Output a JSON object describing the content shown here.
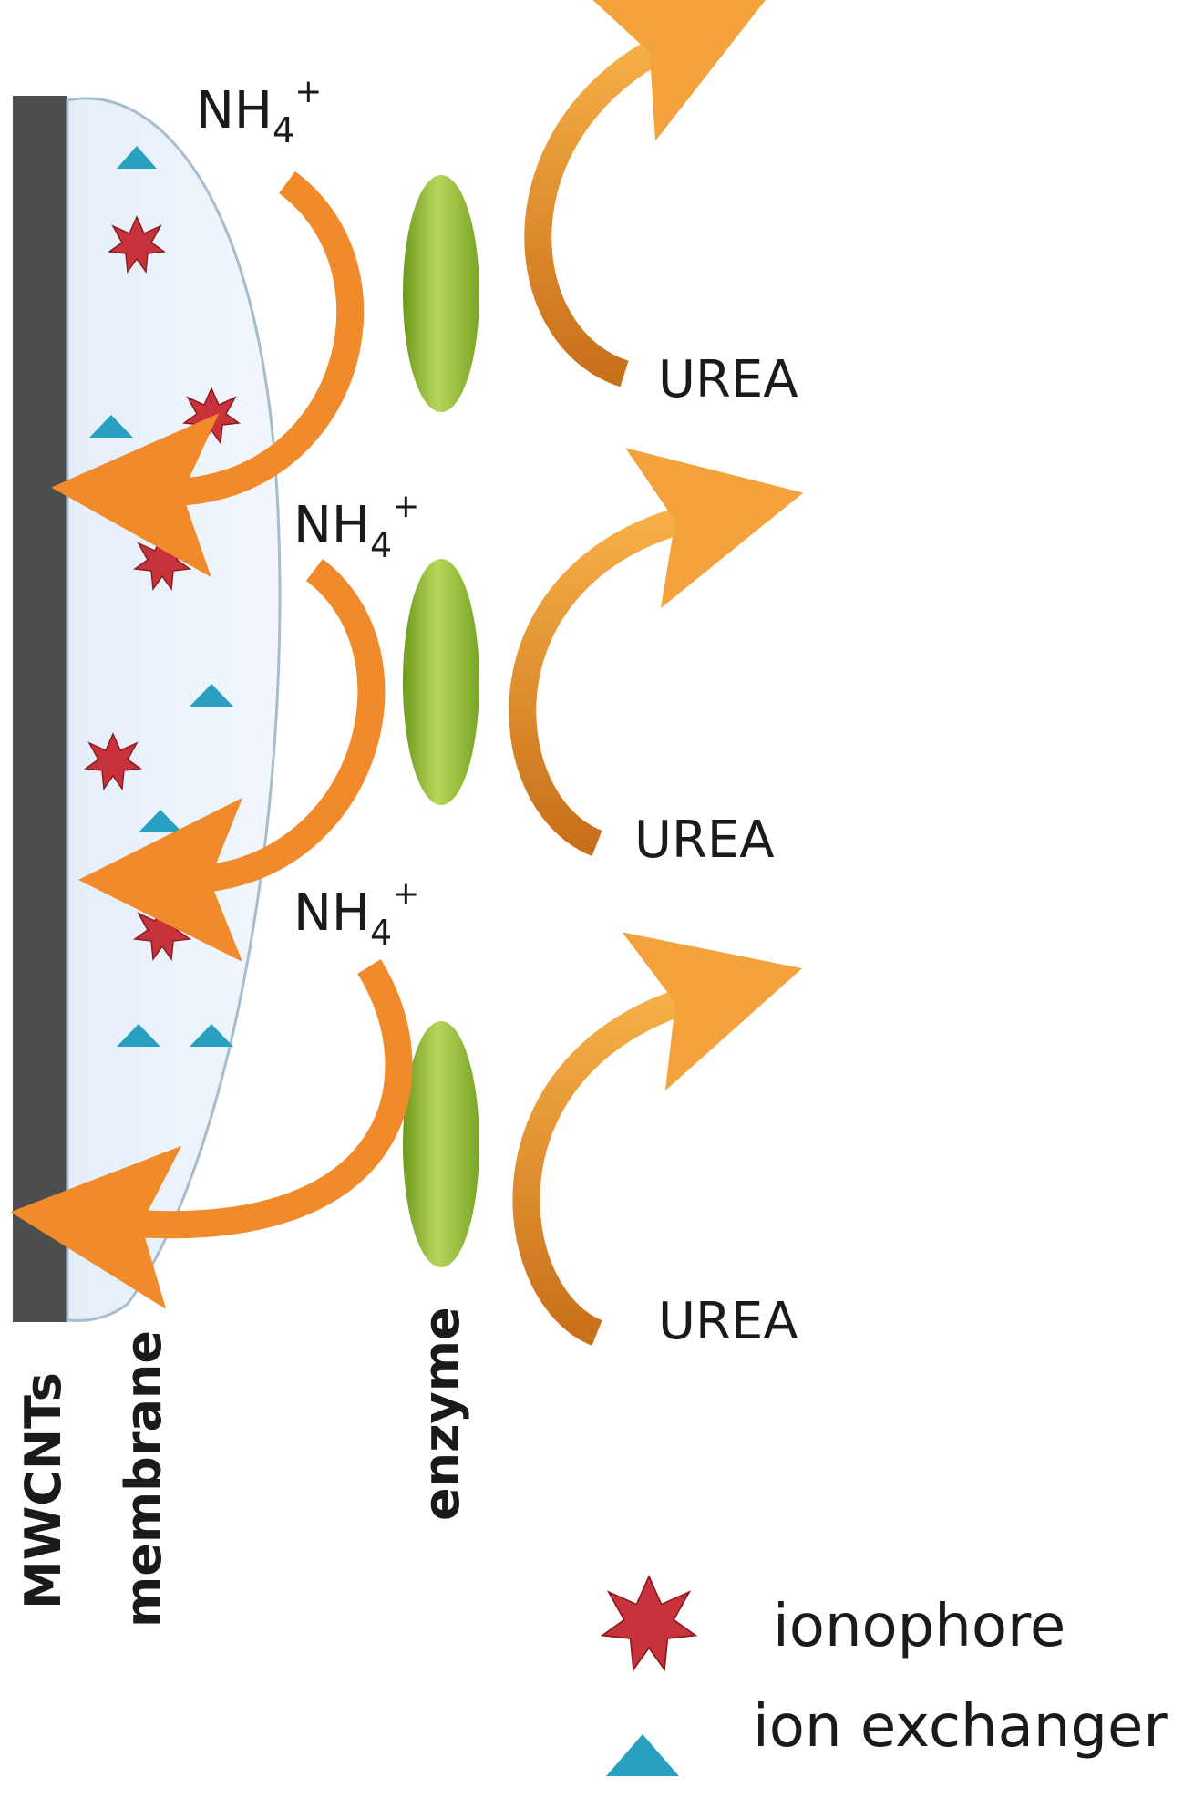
{
  "labels": {
    "nh4_base": "NH",
    "nh4_sub": "4",
    "nh4_sup": "+",
    "urea": "UREA",
    "mwcnts": "MWCNTs",
    "membrane": "membrane",
    "enzyme": "enzyme"
  },
  "legend": {
    "ionophore": "ionophore",
    "ion_exchanger": "ion exchanger"
  },
  "colors": {
    "electrode": "#4d4d4d",
    "membrane_fill": "#e8f1fb",
    "membrane_stroke": "#9ab0c8",
    "enzyme_light": "#b7d65a",
    "enzyme_dark": "#6e9a1e",
    "arrow_light": "#f4a23c",
    "arrow_dark": "#c8701a",
    "ionophore": "#c8323a",
    "ion_exchanger": "#2aa0c0"
  },
  "icons": {
    "ionophore": "star-burst-icon",
    "ion_exchanger": "triangle-icon",
    "enzyme": "ellipse-icon",
    "arrow": "curved-arrow-icon"
  }
}
